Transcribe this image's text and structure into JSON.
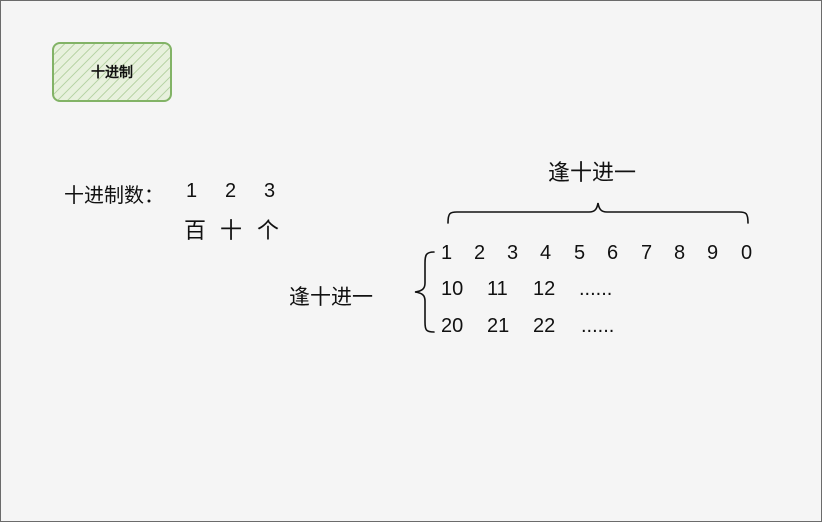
{
  "title_box": {
    "label": "十进制"
  },
  "place_value": {
    "prefix": "十进制数：",
    "digits": [
      "1",
      "2",
      "3"
    ],
    "places": [
      "百",
      "十",
      "个"
    ]
  },
  "top_brace_label": "逢十进一",
  "left_brace_label": "逢十进一",
  "rows": [
    [
      "1",
      "2",
      "3",
      "4",
      "5",
      "6",
      "7",
      "8",
      "9",
      "0"
    ],
    [
      "10",
      "11",
      "12",
      "......"
    ],
    [
      "20",
      "21",
      "22",
      "......"
    ]
  ],
  "colors": {
    "box_border": "#82b366",
    "box_fill": "#d5e8d4",
    "canvas": "#f5f5f5"
  }
}
